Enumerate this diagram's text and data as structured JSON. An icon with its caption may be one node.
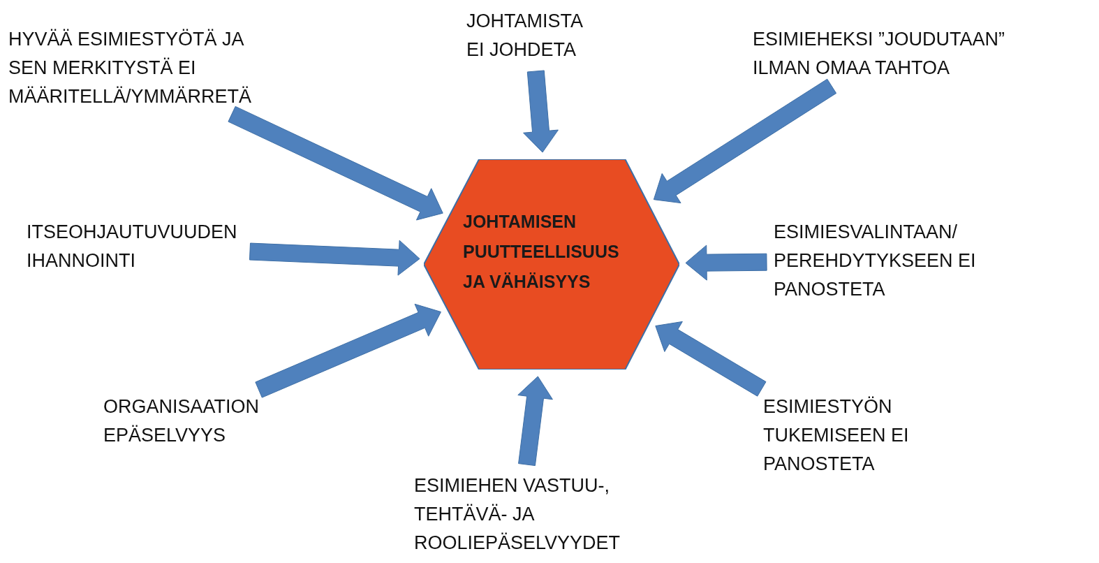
{
  "diagram": {
    "nodes": [
      {
        "text": [
          "JOHTAMISEN PUUTTEELLISUUS JA VÄHÄISYYS"
        ]
      },
      {
        "text": [
          "HYVÄÄ ESIMIESTYÖTÄ JA SEN MERKITYSTÄ EI MÄÄRITELLÄ/YMMÄRRETÄ"
        ]
      },
      {
        "text": [
          "JOHTAMISTA EI JOHDETA"
        ]
      },
      {
        "text": [
          "ESIMIEHEKSI ”JOUDUTAAN” ILMAN OMAA TAHTOA"
        ]
      },
      {
        "text": [
          "ITSEOHJAUTUVUUDEN IHANNOINTI"
        ]
      },
      {
        "text": [
          "ESIMIESVALINTAAN/ PEREHDYTYKSEEN EI PANOSTETA"
        ]
      },
      {
        "text": [
          "ORGANISAATION EPÄSELVYYS"
        ]
      },
      {
        "text": [
          "ESIMIESTYÖN TUKEMISEEN EI PANOSTETA"
        ]
      },
      {
        "text": [
          "ESIMIEHEN VASTUU-, TEHTÄVÄ- JA ROOLIEPÄSELVYYDET"
        ]
      }
    ],
    "edges": [
      {
        "from": 1,
        "to": 0,
        "arrow": "to"
      },
      {
        "from": 2,
        "to": 0,
        "arrow": "to"
      },
      {
        "from": 3,
        "to": 0,
        "arrow": "to"
      },
      {
        "from": 4,
        "to": 0,
        "arrow": "to"
      },
      {
        "from": 5,
        "to": 0,
        "arrow": "to"
      },
      {
        "from": 6,
        "to": 0,
        "arrow": "to"
      },
      {
        "from": 7,
        "to": 0,
        "arrow": "to"
      },
      {
        "from": 8,
        "to": 0,
        "arrow": "to"
      }
    ]
  }
}
